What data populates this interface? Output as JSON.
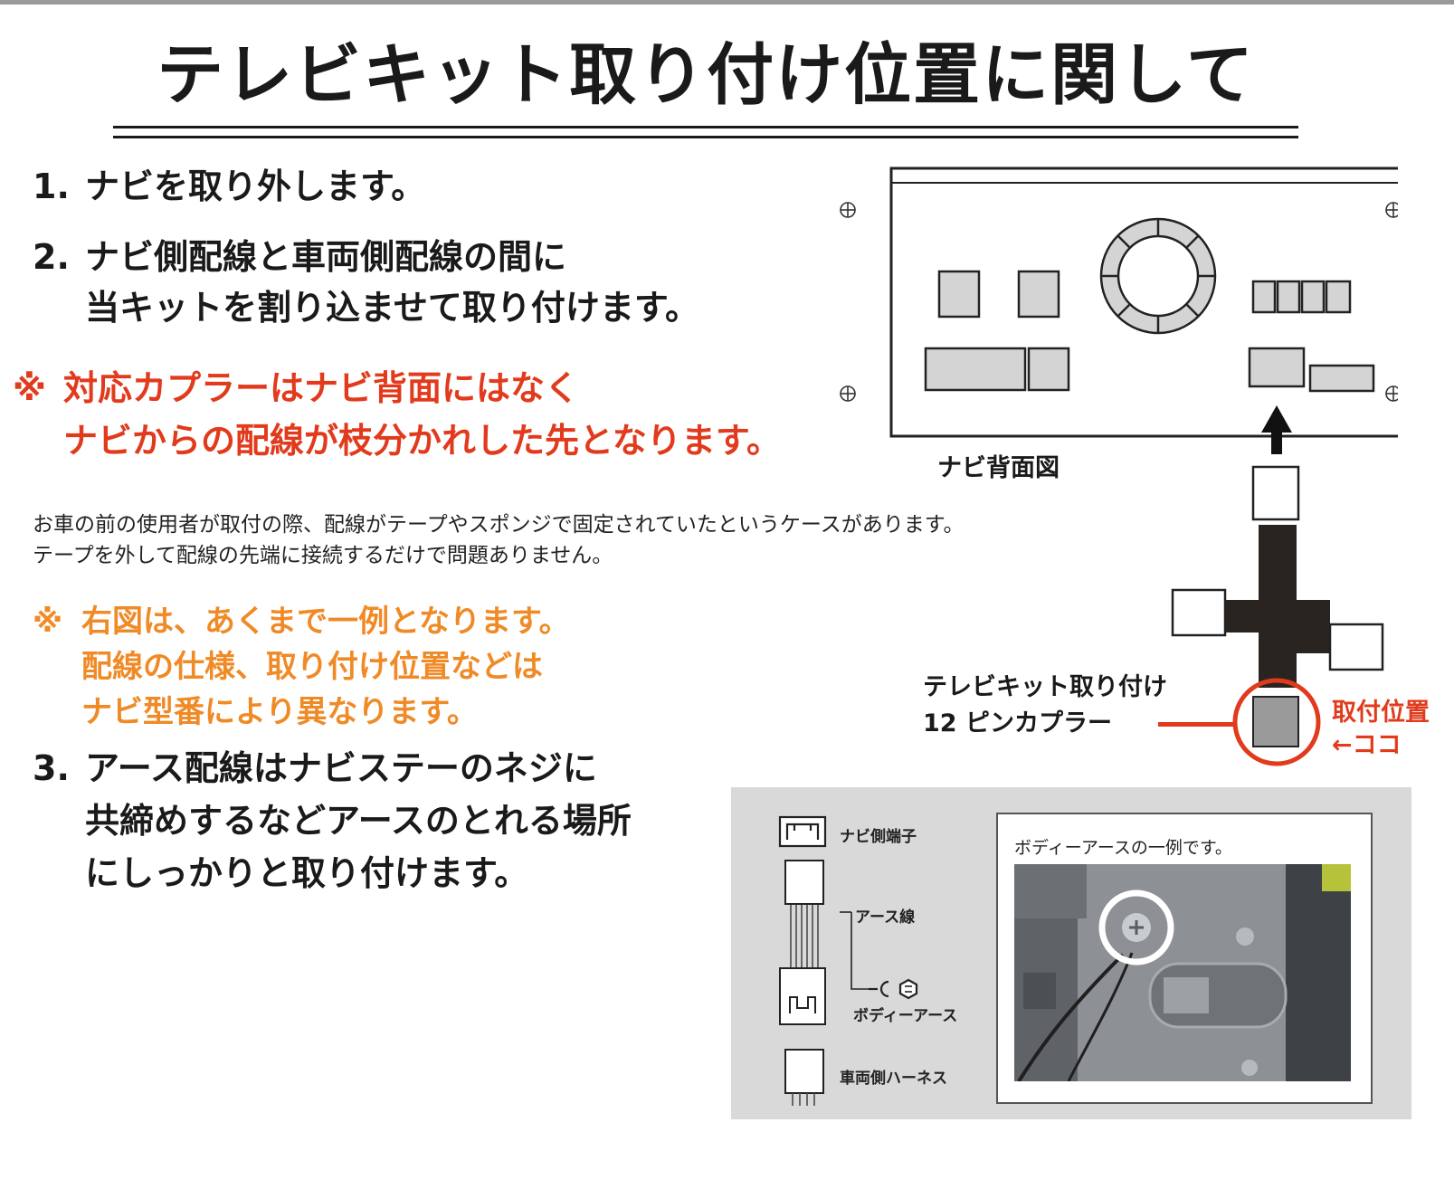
{
  "title": "テレビキット取り付け位置に関して",
  "steps": [
    {
      "num": "1.",
      "lines": [
        "ナビを取り外します。"
      ]
    },
    {
      "num": "2.",
      "lines": [
        "ナビ側配線と車両側配線の間に",
        "当キットを割り込ませて取り付けます。"
      ]
    },
    {
      "num": "3.",
      "lines": [
        "アース配線はナビステーのネジに",
        "共締めするなどアースのとれる場所",
        "にしっかりと取り付けます。"
      ]
    }
  ],
  "warning_red": {
    "mark": "※",
    "lines": [
      "対応カプラーはナビ背面にはなく",
      "ナビからの配線が枝分かれした先となります。"
    ]
  },
  "note": [
    "お車の前の使用者が取付の際、配線がテープやスポンジで固定されていたというケースがあります。",
    "テープを外して配線の先端に接続するだけで問題ありません。"
  ],
  "warning_orange": {
    "mark": "※",
    "lines": [
      "右図は、あくまで一例となります。",
      "配線の仕様、取り付け位置などは",
      "ナビ型番により異なります。"
    ]
  },
  "diagram": {
    "nav_back_label": "ナビ背面図",
    "tv_kit_label": [
      "テレビキット取り付け",
      "12 ピンカプラー"
    ],
    "position_label": [
      "取付位置",
      "←ココ"
    ]
  },
  "ground": {
    "legend": {
      "nav_terminal": "ナビ側端子",
      "earth_wire": "アース線",
      "body_earth": "ボディーアース",
      "vehicle_harness": "車両側ハーネス"
    },
    "photo_caption": "ボディーアースの一例です。"
  },
  "colors": {
    "red": "#e13a1c",
    "orange": "#f08a26",
    "text": "#1a1a1a",
    "panel": "#d9d9d9"
  }
}
